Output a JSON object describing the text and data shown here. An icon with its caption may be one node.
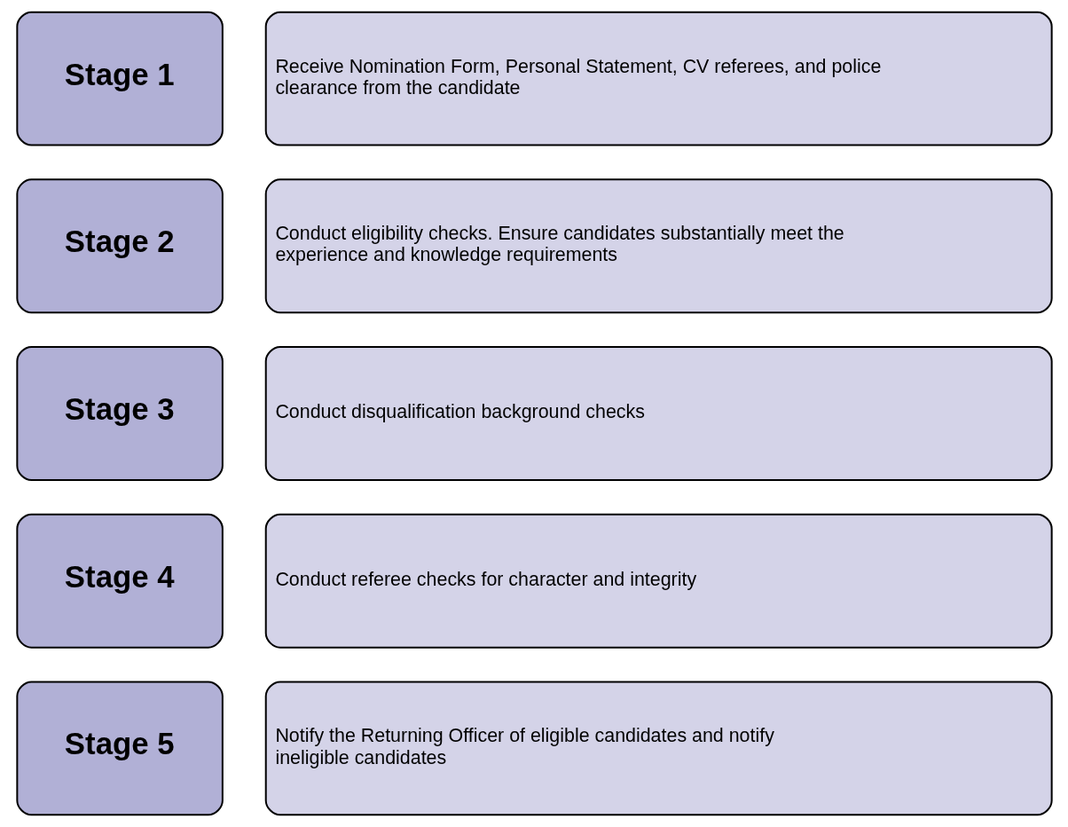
{
  "diagram": {
    "nodes": [
      {
        "text": [
          "Stage 1"
        ]
      },
      {
        "text": [
          "Receive Nomination Form, Personal Statement, CV referees, and police clearance from the candidate"
        ]
      },
      {
        "text": [
          "Stage 2"
        ]
      },
      {
        "text": [
          "Conduct eligibility checks. Ensure candidates substantially meet the experience and knowledge requirements"
        ]
      },
      {
        "text": [
          "Stage 3"
        ]
      },
      {
        "text": [
          "Conduct disqualification background checks"
        ]
      },
      {
        "text": [
          "Stage 4"
        ]
      },
      {
        "text": [
          "Conduct referee checks for character and integrity"
        ]
      },
      {
        "text": [
          "Stage 5"
        ]
      },
      {
        "text": [
          "Notify the Returning Officer of eligible candidates and notify ineligible candidates"
        ]
      }
    ],
    "edges": []
  }
}
